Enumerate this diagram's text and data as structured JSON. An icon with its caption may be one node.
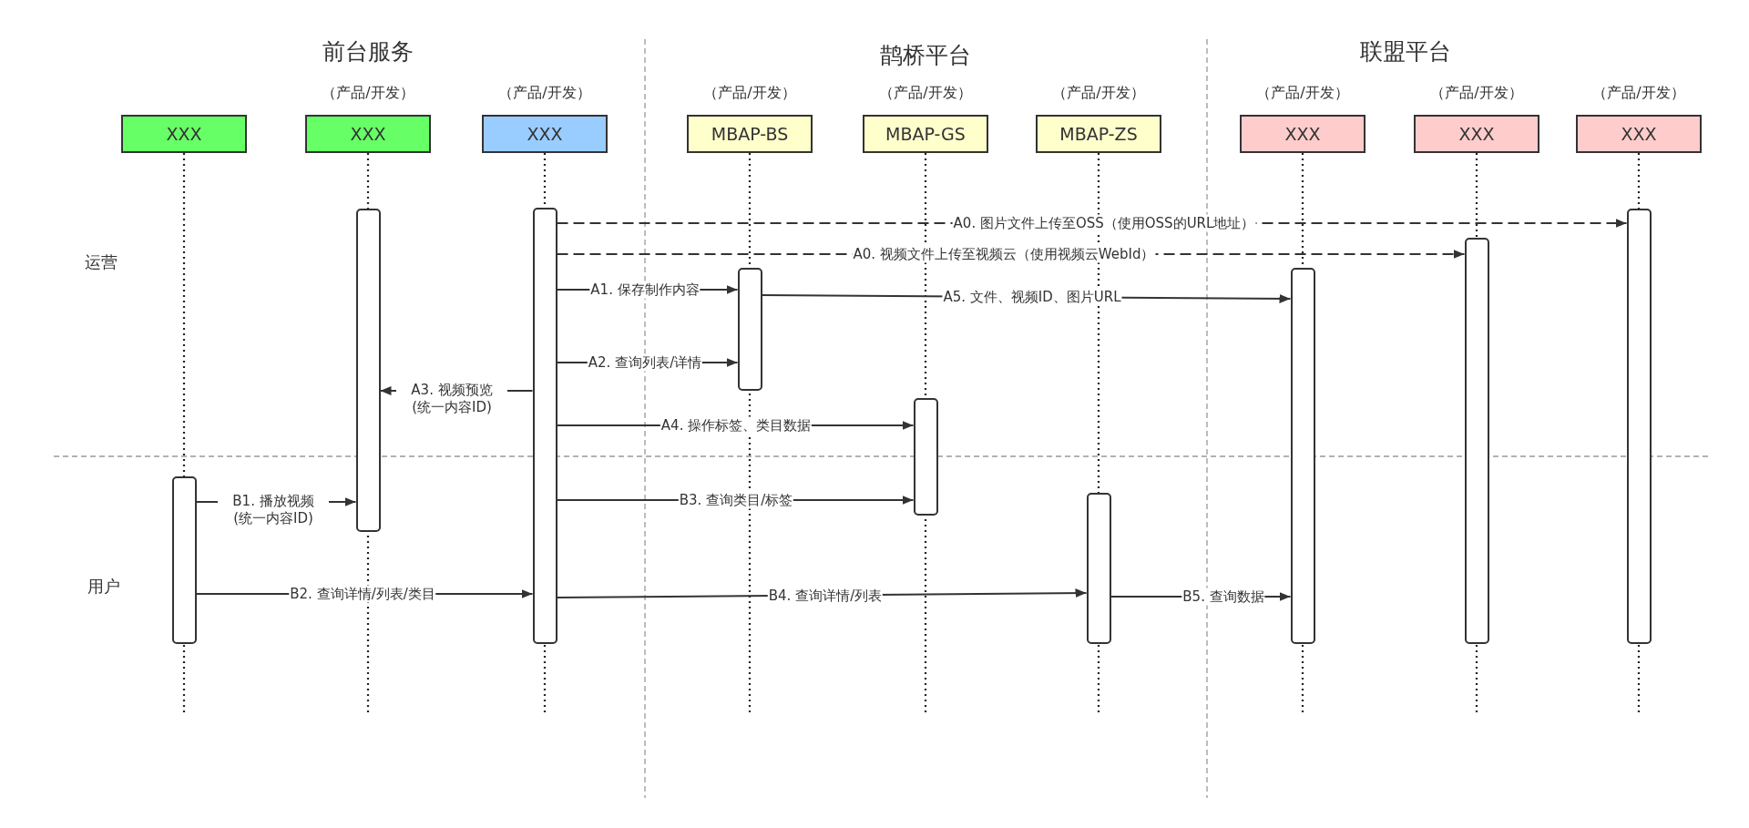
{
  "diagram": {
    "nodes": [
      {
        "text": [
          "XXX"
        ]
      },
      {
        "text": [
          "XXX"
        ],
        "beside": [
          "（产品/开发）"
        ]
      },
      {
        "text": [
          "XXX"
        ],
        "beside": [
          "（产品/开发）"
        ]
      },
      {
        "text": [
          "MBAP-BS"
        ],
        "beside": [
          "（产品/开发）"
        ]
      },
      {
        "text": [
          "MBAP-GS"
        ],
        "beside": [
          "（产品/开发）"
        ]
      },
      {
        "text": [
          "MBAP-ZS"
        ],
        "beside": [
          "（产品/开发）"
        ]
      },
      {
        "text": [
          "XXX"
        ],
        "beside": [
          "（产品/开发）"
        ]
      },
      {
        "text": [
          "XXX"
        ],
        "beside": [
          "（产品/开发）"
        ]
      },
      {
        "text": [
          "XXX"
        ],
        "beside": [
          "（产品/开发）"
        ]
      },
      {
        "text": [],
        "shape": "bar"
      },
      {
        "text": [],
        "shape": "bar"
      },
      {
        "text": [],
        "shape": "bar"
      },
      {
        "text": [],
        "shape": "bar"
      },
      {
        "text": [],
        "shape": "bar"
      },
      {
        "text": [],
        "shape": "bar"
      },
      {
        "text": [],
        "shape": "bar"
      },
      {
        "text": [],
        "shape": "bar"
      },
      {
        "text": [],
        "shape": "bar"
      }
    ],
    "edges": [
      {
        "from": 11,
        "to": 17,
        "arrow": "to",
        "label": "A0. 图片文件上传至OSS（使用OSS的URL地址）",
        "style": "dashed"
      },
      {
        "from": 11,
        "to": 16,
        "arrow": "to",
        "label": "A0. 视频文件上传至视频云（使用视频云WebId）",
        "style": "dashed"
      },
      {
        "from": 11,
        "to": 12,
        "arrow": "to",
        "label": "A1. 保存制作内容"
      },
      {
        "from": 12,
        "to": 15,
        "arrow": "to",
        "label": "A5. 文件、视频ID、图片URL"
      },
      {
        "from": 11,
        "to": 12,
        "arrow": "to",
        "label": "A2. 查询列表/详情"
      },
      {
        "from": 11,
        "to": 10,
        "arrow": "to",
        "label": "A3. 视频预览 (统一内容ID)"
      },
      {
        "from": 11,
        "to": 13,
        "arrow": "to",
        "label": "A4. 操作标签、类目数据"
      },
      {
        "from": 9,
        "to": 10,
        "arrow": "to",
        "label": "B1. 播放视频 (统一内容ID)"
      },
      {
        "from": 11,
        "to": 13,
        "arrow": "to",
        "label": "B3. 查询类目/标签"
      },
      {
        "from": 9,
        "to": 11,
        "arrow": "to",
        "label": "B2. 查询详情/列表/类目"
      },
      {
        "from": 11,
        "to": 14,
        "arrow": "to",
        "label": "B4. 查询详情/列表"
      },
      {
        "from": 14,
        "to": 15,
        "arrow": "to",
        "label": "B5. 查询数据"
      }
    ],
    "labels": [
      "前台服务",
      "鹊桥平台",
      "联盟平台",
      "运营",
      "用户"
    ]
  }
}
